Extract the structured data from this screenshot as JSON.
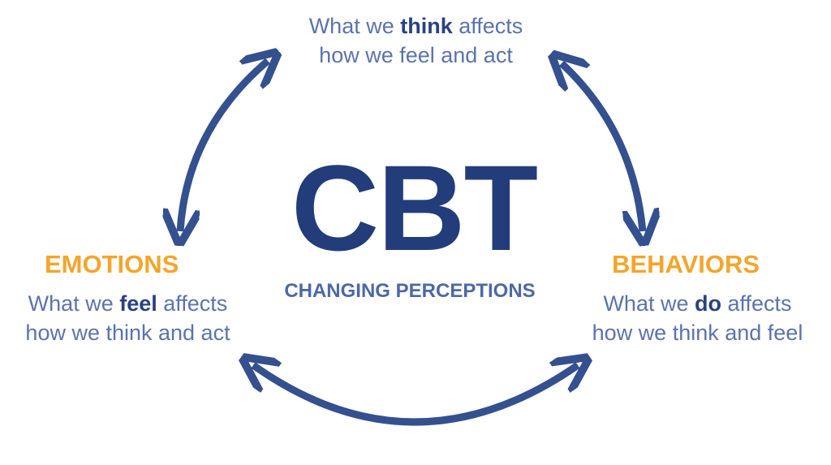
{
  "title": "CBT",
  "subtitle": "CHANGING PERCEPTIONS",
  "thoughts": {
    "pre": "What we ",
    "bold": "think",
    "post": " affects",
    "line2": "how we feel and act"
  },
  "emotions": {
    "heading": "EMOTIONS",
    "pre": "What we ",
    "bold": "feel",
    "post": " affects",
    "line2": "how we think and act"
  },
  "behaviors": {
    "heading": "BEHAVIORS",
    "pre": "What we ",
    "bold": "do",
    "post": " affects",
    "line2": "how we think and feel"
  },
  "colors": {
    "navy": "#233d7b",
    "text": "#5b73ad",
    "orange": "#f4a52a",
    "arrow": "#34508f"
  }
}
